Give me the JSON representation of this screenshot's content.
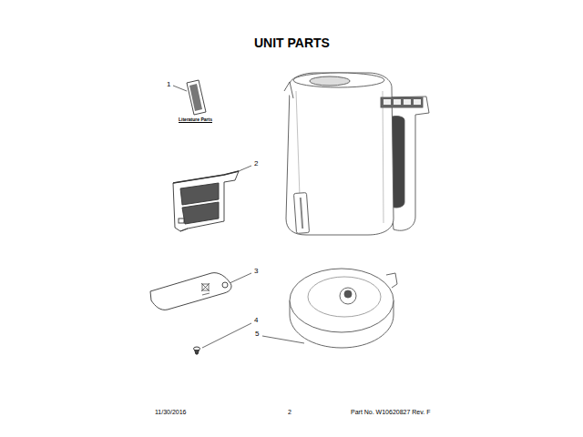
{
  "diagram": {
    "title": "UNIT PARTS",
    "labels": [
      "1",
      "Literature Parts",
      "2",
      "3",
      "4",
      "5",
      "11/30/2016",
      "2",
      "Part No. W10620827  Rev. F"
    ]
  }
}
